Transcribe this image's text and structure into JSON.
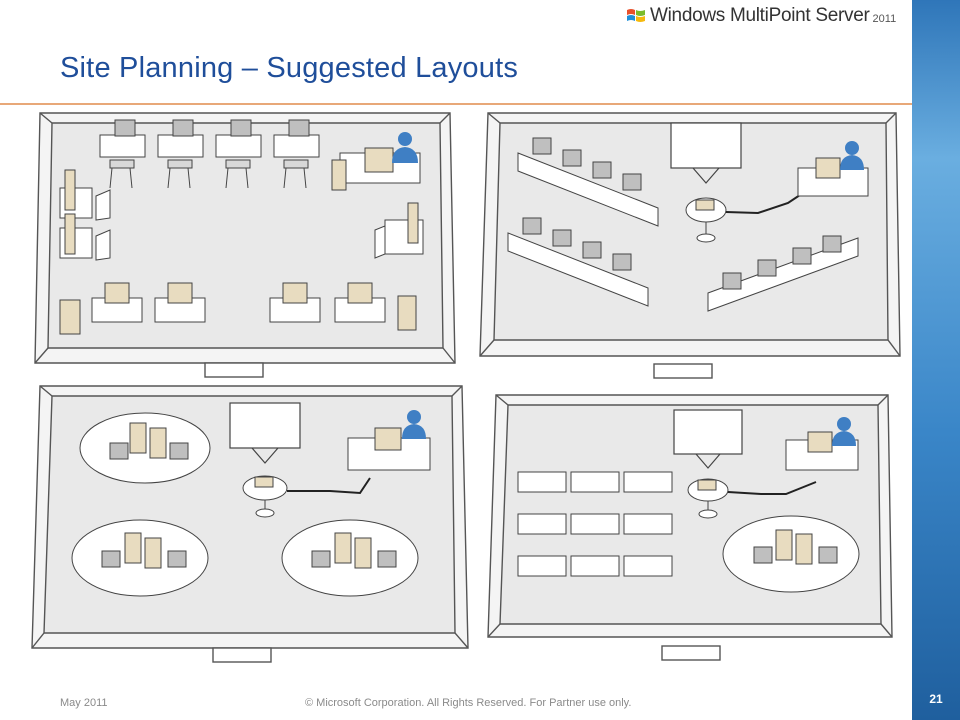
{
  "header": {
    "logo_text": "Windows MultiPoint Server",
    "logo_year": "2011",
    "title": "Site Planning – Suggested Layouts"
  },
  "footer": {
    "date": "May 2011",
    "copyright": "© Microsoft Corporation. All Rights Reserved. For Partner use only.",
    "page_number": "21"
  },
  "panels": [
    {
      "name": "perimeter-layout"
    },
    {
      "name": "rows-layout"
    },
    {
      "name": "pods-layout"
    },
    {
      "name": "mixed-layout"
    }
  ]
}
